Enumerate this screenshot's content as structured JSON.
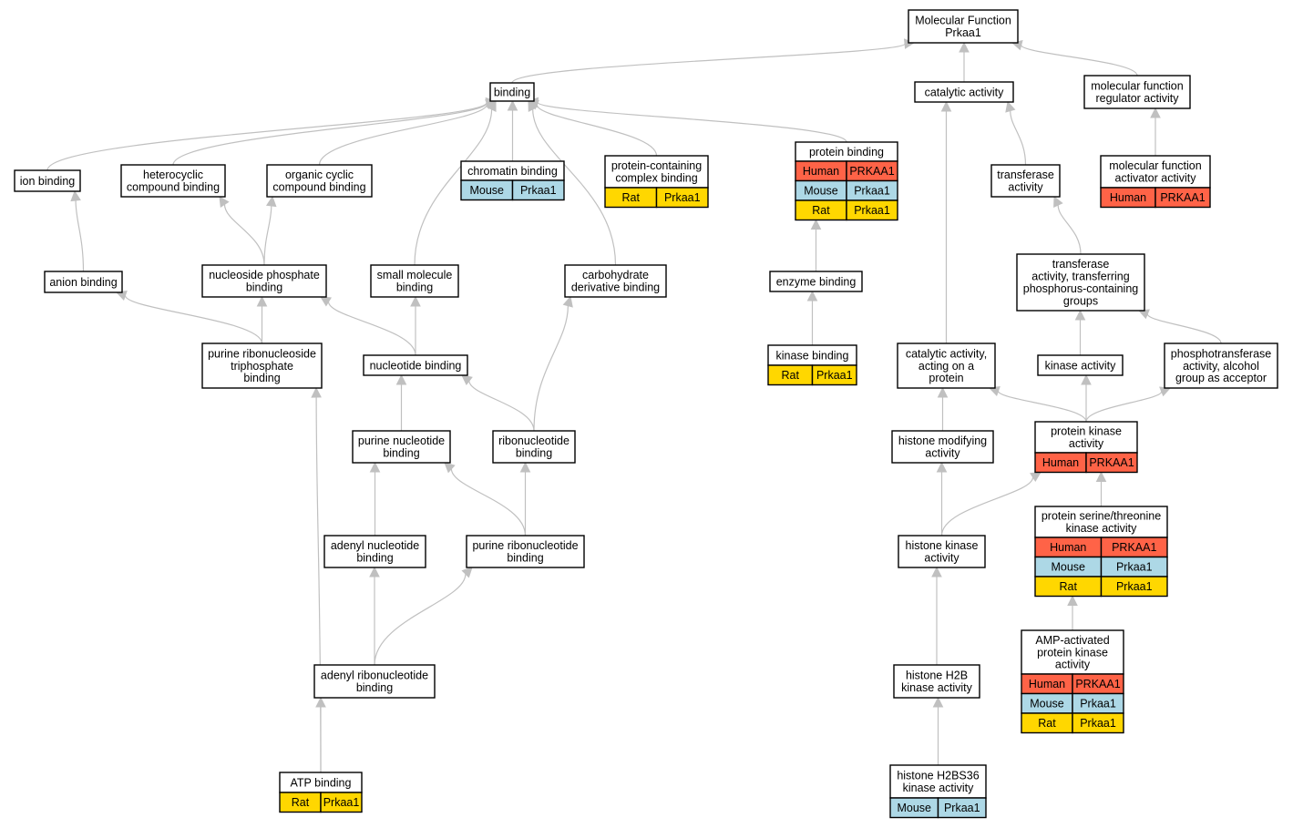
{
  "colors": {
    "Human": "#ff6347",
    "Mouse": "#add8e6",
    "Rat": "#ffd700",
    "edge": "#c0c0c0",
    "node_bg": "#ffffff"
  },
  "nodes": [
    {
      "id": "molecular_function",
      "lines": [
        "Molecular Function",
        "Prkaa1"
      ],
      "species": []
    },
    {
      "id": "binding",
      "lines": [
        "binding"
      ],
      "species": []
    },
    {
      "id": "catalytic_activity",
      "lines": [
        "catalytic activity"
      ],
      "species": []
    },
    {
      "id": "mf_regulator",
      "lines": [
        "molecular function",
        "regulator activity"
      ],
      "species": []
    },
    {
      "id": "ion_binding",
      "lines": [
        "ion binding"
      ],
      "species": []
    },
    {
      "id": "heterocyclic",
      "lines": [
        "heterocyclic",
        "compound binding"
      ],
      "species": []
    },
    {
      "id": "organic_cyclic",
      "lines": [
        "organic cyclic",
        "compound binding"
      ],
      "species": []
    },
    {
      "id": "chromatin_binding",
      "lines": [
        "chromatin binding"
      ],
      "species": [
        {
          "org": "Mouse",
          "gene": "Prkaa1"
        }
      ]
    },
    {
      "id": "protein_complex",
      "lines": [
        "protein-containing",
        "complex binding"
      ],
      "species": [
        {
          "org": "Rat",
          "gene": "Prkaa1"
        }
      ]
    },
    {
      "id": "protein_binding",
      "lines": [
        "protein binding"
      ],
      "species": [
        {
          "org": "Human",
          "gene": "PRKAA1"
        },
        {
          "org": "Mouse",
          "gene": "Prkaa1"
        },
        {
          "org": "Rat",
          "gene": "Prkaa1"
        }
      ]
    },
    {
      "id": "transferase",
      "lines": [
        "transferase",
        "activity"
      ],
      "species": []
    },
    {
      "id": "mf_activator",
      "lines": [
        "molecular function",
        "activator activity"
      ],
      "species": [
        {
          "org": "Human",
          "gene": "PRKAA1"
        }
      ]
    },
    {
      "id": "anion_binding",
      "lines": [
        "anion binding"
      ],
      "species": []
    },
    {
      "id": "nucleoside_phosphate",
      "lines": [
        "nucleoside phosphate",
        "binding"
      ],
      "species": []
    },
    {
      "id": "small_molecule",
      "lines": [
        "small molecule",
        "binding"
      ],
      "species": []
    },
    {
      "id": "carbohydrate_deriv",
      "lines": [
        "carbohydrate",
        "derivative binding"
      ],
      "species": []
    },
    {
      "id": "enzyme_binding",
      "lines": [
        "enzyme binding"
      ],
      "species": []
    },
    {
      "id": "transferase_phos",
      "lines": [
        "transferase",
        "activity, transferring",
        "phosphorus-containing",
        "groups"
      ],
      "species": []
    },
    {
      "id": "purine_rnt_triphos",
      "lines": [
        "purine ribonucleoside",
        "triphosphate",
        "binding"
      ],
      "species": []
    },
    {
      "id": "nucleotide_binding",
      "lines": [
        "nucleotide binding"
      ],
      "species": []
    },
    {
      "id": "kinase_binding",
      "lines": [
        "kinase binding"
      ],
      "species": [
        {
          "org": "Rat",
          "gene": "Prkaa1"
        }
      ]
    },
    {
      "id": "catalytic_protein",
      "lines": [
        "catalytic activity,",
        "acting on a",
        "protein"
      ],
      "species": []
    },
    {
      "id": "kinase_activity",
      "lines": [
        "kinase activity"
      ],
      "species": []
    },
    {
      "id": "phosphotransferase",
      "lines": [
        "phosphotransferase",
        "activity, alcohol",
        "group as acceptor"
      ],
      "species": []
    },
    {
      "id": "purine_nucleotide",
      "lines": [
        "purine nucleotide",
        "binding"
      ],
      "species": []
    },
    {
      "id": "ribonucleotide",
      "lines": [
        "ribonucleotide",
        "binding"
      ],
      "species": []
    },
    {
      "id": "histone_modifying",
      "lines": [
        "histone modifying",
        "activity"
      ],
      "species": []
    },
    {
      "id": "protein_kinase",
      "lines": [
        "protein kinase",
        "activity"
      ],
      "species": [
        {
          "org": "Human",
          "gene": "PRKAA1"
        }
      ]
    },
    {
      "id": "adenyl_nucleotide",
      "lines": [
        "adenyl nucleotide",
        "binding"
      ],
      "species": []
    },
    {
      "id": "purine_ribonucleotide",
      "lines": [
        "purine ribonucleotide",
        "binding"
      ],
      "species": []
    },
    {
      "id": "histone_kinase",
      "lines": [
        "histone kinase",
        "activity"
      ],
      "species": []
    },
    {
      "id": "ser_thr_kinase",
      "lines": [
        "protein serine/threonine",
        "kinase activity"
      ],
      "species": [
        {
          "org": "Human",
          "gene": "PRKAA1"
        },
        {
          "org": "Mouse",
          "gene": "Prkaa1"
        },
        {
          "org": "Rat",
          "gene": "Prkaa1"
        }
      ]
    },
    {
      "id": "ampk",
      "lines": [
        "AMP-activated",
        "protein kinase",
        "activity"
      ],
      "species": [
        {
          "org": "Human",
          "gene": "PRKAA1"
        },
        {
          "org": "Mouse",
          "gene": "Prkaa1"
        },
        {
          "org": "Rat",
          "gene": "Prkaa1"
        }
      ]
    },
    {
      "id": "adenyl_ribonucleotide",
      "lines": [
        "adenyl ribonucleotide",
        "binding"
      ],
      "species": []
    },
    {
      "id": "histone_h2b",
      "lines": [
        "histone H2B",
        "kinase activity"
      ],
      "species": []
    },
    {
      "id": "atp_binding",
      "lines": [
        "ATP binding"
      ],
      "species": [
        {
          "org": "Rat",
          "gene": "Prkaa1"
        }
      ]
    },
    {
      "id": "histone_h2bs36",
      "lines": [
        "histone H2BS36",
        "kinase activity"
      ],
      "species": [
        {
          "org": "Mouse",
          "gene": "Prkaa1"
        }
      ]
    }
  ],
  "edges": [
    {
      "from": "binding",
      "to": "molecular_function"
    },
    {
      "from": "catalytic_activity",
      "to": "molecular_function"
    },
    {
      "from": "mf_regulator",
      "to": "molecular_function"
    },
    {
      "from": "ion_binding",
      "to": "binding"
    },
    {
      "from": "heterocyclic",
      "to": "binding"
    },
    {
      "from": "organic_cyclic",
      "to": "binding"
    },
    {
      "from": "small_molecule",
      "to": "binding"
    },
    {
      "from": "chromatin_binding",
      "to": "binding"
    },
    {
      "from": "protein_complex",
      "to": "binding"
    },
    {
      "from": "carbohydrate_deriv",
      "to": "binding"
    },
    {
      "from": "protein_binding",
      "to": "binding"
    },
    {
      "from": "catalytic_protein",
      "to": "catalytic_activity"
    },
    {
      "from": "transferase",
      "to": "catalytic_activity"
    },
    {
      "from": "mf_activator",
      "to": "mf_regulator"
    },
    {
      "from": "anion_binding",
      "to": "ion_binding"
    },
    {
      "from": "nucleoside_phosphate",
      "to": "heterocyclic"
    },
    {
      "from": "nucleoside_phosphate",
      "to": "organic_cyclic"
    },
    {
      "from": "enzyme_binding",
      "to": "protein_binding"
    },
    {
      "from": "transferase_phos",
      "to": "transferase"
    },
    {
      "from": "purine_rnt_triphos",
      "to": "anion_binding"
    },
    {
      "from": "purine_rnt_triphos",
      "to": "nucleoside_phosphate"
    },
    {
      "from": "nucleotide_binding",
      "to": "nucleoside_phosphate"
    },
    {
      "from": "nucleotide_binding",
      "to": "small_molecule"
    },
    {
      "from": "ribonucleotide",
      "to": "carbohydrate_deriv"
    },
    {
      "from": "kinase_binding",
      "to": "enzyme_binding"
    },
    {
      "from": "kinase_activity",
      "to": "transferase_phos"
    },
    {
      "from": "phosphotransferase",
      "to": "transferase_phos"
    },
    {
      "from": "purine_nucleotide",
      "to": "nucleotide_binding"
    },
    {
      "from": "ribonucleotide",
      "to": "nucleotide_binding"
    },
    {
      "from": "adenyl_nucleotide",
      "to": "purine_nucleotide"
    },
    {
      "from": "purine_ribonucleotide",
      "to": "purine_nucleotide"
    },
    {
      "from": "purine_ribonucleotide",
      "to": "ribonucleotide"
    },
    {
      "from": "adenyl_ribonucleotide",
      "to": "adenyl_nucleotide"
    },
    {
      "from": "adenyl_ribonucleotide",
      "to": "purine_ribonucleotide"
    },
    {
      "from": "atp_binding",
      "to": "purine_rnt_triphos"
    },
    {
      "from": "atp_binding",
      "to": "adenyl_ribonucleotide"
    },
    {
      "from": "histone_modifying",
      "to": "catalytic_protein"
    },
    {
      "from": "protein_kinase",
      "to": "catalytic_protein"
    },
    {
      "from": "protein_kinase",
      "to": "kinase_activity"
    },
    {
      "from": "protein_kinase",
      "to": "phosphotransferase"
    },
    {
      "from": "histone_kinase",
      "to": "histone_modifying"
    },
    {
      "from": "histone_kinase",
      "to": "protein_kinase"
    },
    {
      "from": "ser_thr_kinase",
      "to": "protein_kinase"
    },
    {
      "from": "ampk",
      "to": "ser_thr_kinase"
    },
    {
      "from": "histone_h2b",
      "to": "histone_kinase"
    },
    {
      "from": "histone_h2bs36",
      "to": "histone_h2b"
    }
  ]
}
